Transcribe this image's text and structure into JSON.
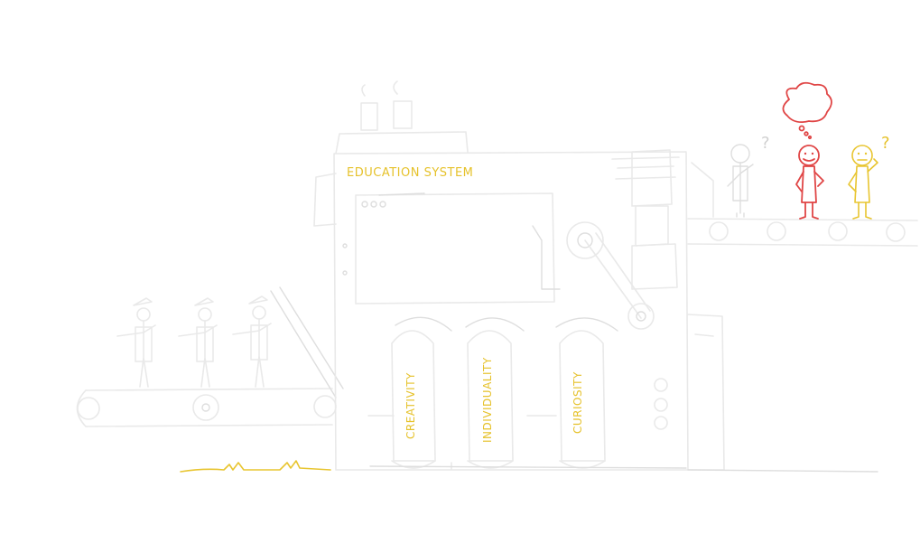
{
  "machine": {
    "title": "EDUCATION SYSTEM",
    "pipes": [
      {
        "label": "CREATIVITY"
      },
      {
        "label": "INDIVIDUALITY"
      },
      {
        "label": "CURIOSITY"
      }
    ]
  },
  "figures": {
    "grey_question": "?",
    "yellow_question": "?"
  },
  "colors": {
    "sketch": "#e9e9e9",
    "accent_yellow": "#e6c22c",
    "accent_red": "#e04646"
  }
}
